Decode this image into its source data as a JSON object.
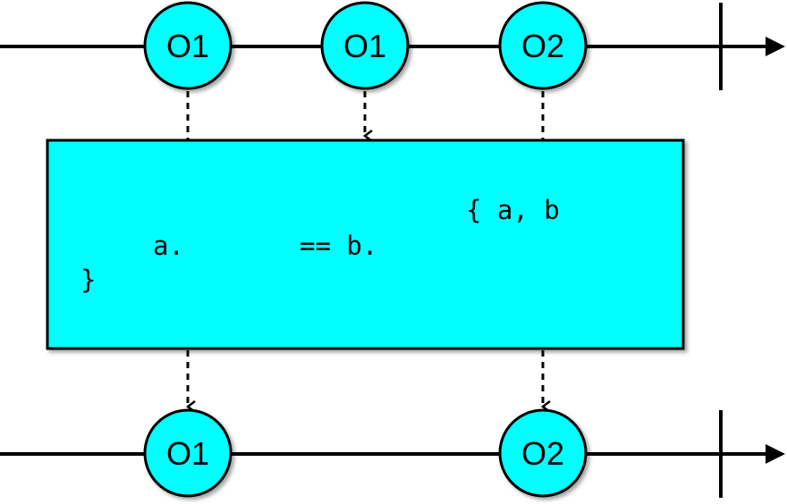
{
  "colors": {
    "marble_fill": "#00ffff",
    "box_fill": "#00ffff",
    "stroke": "#000000",
    "background": "#ffffff"
  },
  "top_timeline": {
    "marbles": [
      {
        "label": "O1"
      },
      {
        "label": "O1"
      },
      {
        "label": "O2"
      }
    ]
  },
  "operator_box": {
    "line1": "{ a, b",
    "line2_a": "a.",
    "line2_b": "== b.",
    "line3": "}"
  },
  "bottom_timeline": {
    "marbles": [
      {
        "label": "O1"
      },
      {
        "label": "O2"
      }
    ]
  }
}
